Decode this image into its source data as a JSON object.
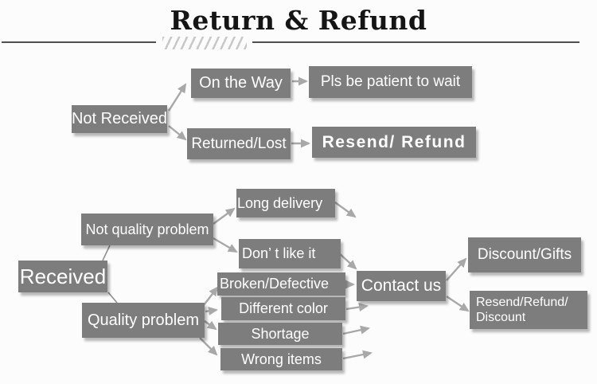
{
  "header": {
    "title": "Return & Refund"
  },
  "colors": {
    "background": "#fcfcfc",
    "box": "#7d7d7d",
    "box_text": "#ffffff",
    "arrow": "#a8a8a8",
    "title": "#151515",
    "rule": "#4f4f4f",
    "hatch": "#c8c8c8"
  },
  "nodes": {
    "not_received": "Not Received",
    "on_the_way": "On the Way",
    "pls_wait": "Pls be patient to wait",
    "returned_lost": "Returned/Lost",
    "resend_refund": "Resend/ Refund",
    "received": "Received",
    "not_quality": "Not quality problem",
    "long_delivery": "Long delivery",
    "dont_like": "Don’ t like it",
    "quality": "Quality problem",
    "broken": "Broken/Defective",
    "different_color": "Different color",
    "shortage": "Shortage",
    "wrong_items": "Wrong items",
    "contact_us": "Contact us",
    "discount_gifts": "Discount/Gifts",
    "resend_discount": "Resend/Refund/ Discount"
  },
  "connections": [
    {
      "from": "Not Received",
      "to": "On the Way"
    },
    {
      "from": "Not Received",
      "to": "Returned/Lost"
    },
    {
      "from": "On the Way",
      "to": "Pls be patient to wait"
    },
    {
      "from": "Returned/Lost",
      "to": "Resend/ Refund"
    },
    {
      "from": "Received",
      "to": "Not quality problem"
    },
    {
      "from": "Received",
      "to": "Quality problem"
    },
    {
      "from": "Not quality problem",
      "to": "Long delivery"
    },
    {
      "from": "Not quality problem",
      "to": "Don’ t like it"
    },
    {
      "from": "Long delivery",
      "to": "Contact us"
    },
    {
      "from": "Don’ t like it",
      "to": "Contact us"
    },
    {
      "from": "Quality problem",
      "to": "Broken/Defective"
    },
    {
      "from": "Quality problem",
      "to": "Different color"
    },
    {
      "from": "Quality problem",
      "to": "Shortage"
    },
    {
      "from": "Quality problem",
      "to": "Wrong items"
    },
    {
      "from": "Broken/Defective",
      "to": "Contact us"
    },
    {
      "from": "Different color",
      "to": "Contact us"
    },
    {
      "from": "Shortage",
      "to": "Contact us"
    },
    {
      "from": "Wrong items",
      "to": "Contact us"
    },
    {
      "from": "Contact us",
      "to": "Discount/Gifts"
    },
    {
      "from": "Contact us",
      "to": "Resend/Refund/ Discount"
    }
  ]
}
